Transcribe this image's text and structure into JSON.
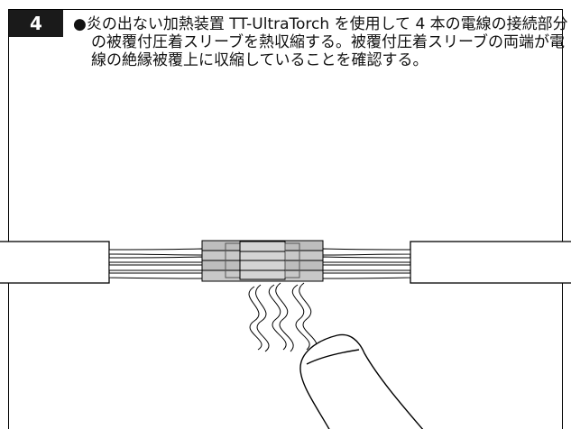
{
  "step": {
    "number": "4"
  },
  "instruction": {
    "bullet": "●",
    "text": "炎の出ない加熱装置 TT-UltraTorch を使用して 4 本の電線の接続部分の被覆付圧着スリーブを熱収縮する。被覆付圧着スリーブの両端が電線の絶縁被覆上に収縮していることを確認する。"
  },
  "illustration": {
    "wires": 4,
    "tool": "heating-nozzle"
  }
}
